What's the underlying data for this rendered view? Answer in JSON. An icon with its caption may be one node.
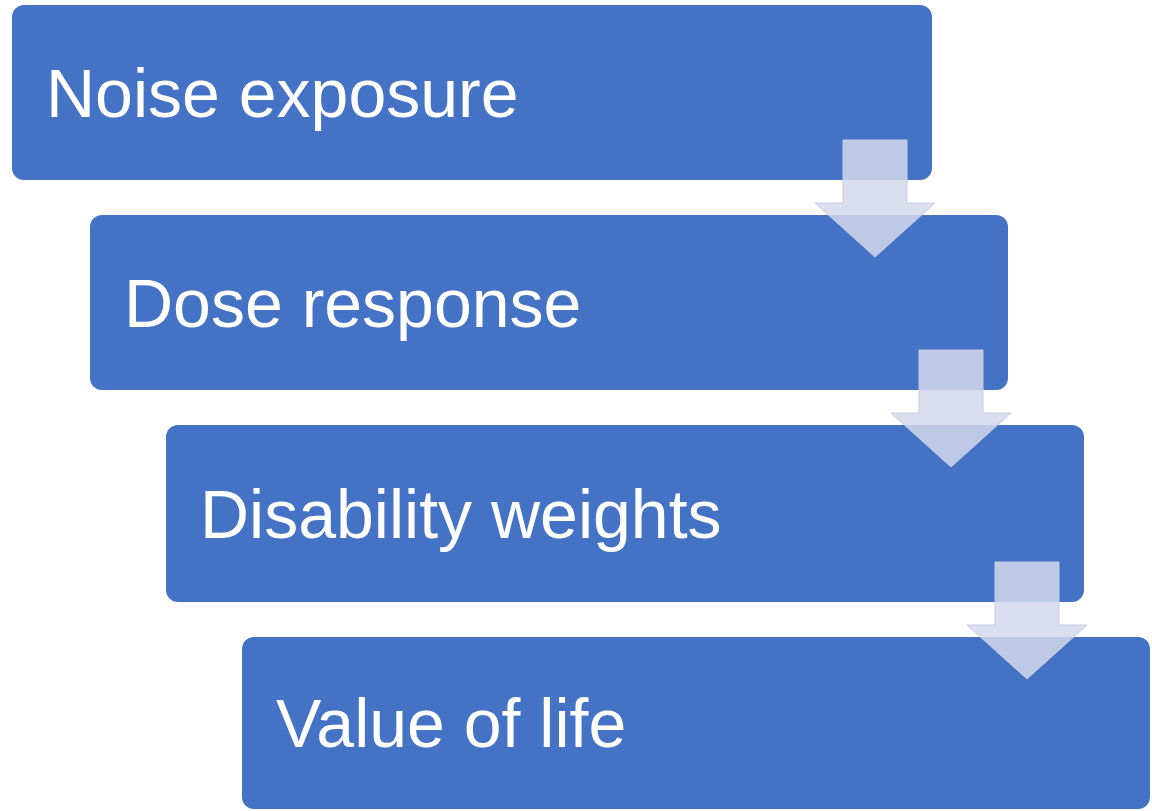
{
  "diagram": {
    "nodes": [
      {
        "text": [
          "Noise exposure"
        ]
      },
      {
        "text": [
          "Dose response"
        ]
      },
      {
        "text": [
          "Disability weights"
        ]
      },
      {
        "text": [
          "Value of life"
        ]
      }
    ],
    "edges": [
      {
        "from": 0,
        "to": 1,
        "arrow": "to"
      },
      {
        "from": 1,
        "to": 2,
        "arrow": "to"
      },
      {
        "from": 2,
        "to": 3,
        "arrow": "to"
      }
    ]
  }
}
